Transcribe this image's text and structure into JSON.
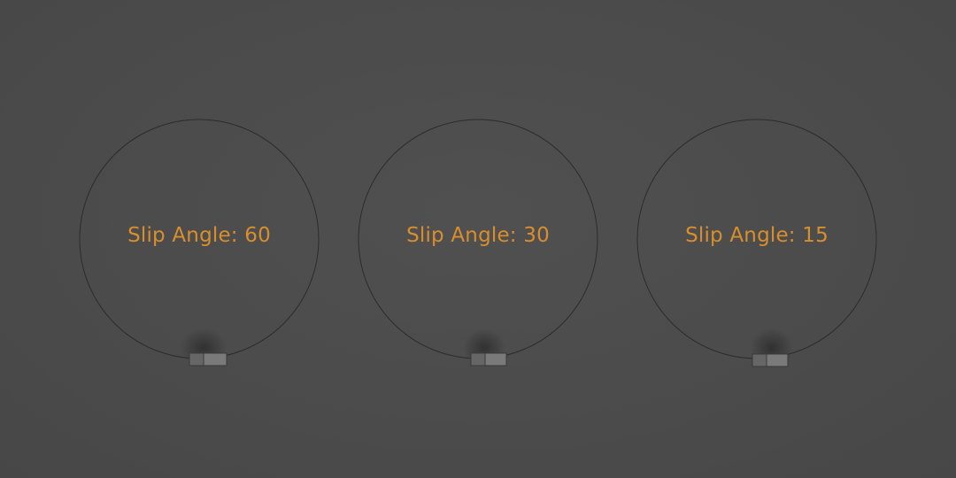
{
  "colors": {
    "background": "#4b4b4b",
    "circle_stroke": "#2c2c2c",
    "label": "#d98e2e",
    "car_body": "#6e6e6e",
    "car_cab": "#7e7e7e"
  },
  "panels": [
    {
      "label": "Slip Angle: 60",
      "slip_angle": 60
    },
    {
      "label": "Slip Angle: 30",
      "slip_angle": 30
    },
    {
      "label": "Slip Angle: 15",
      "slip_angle": 15
    }
  ]
}
